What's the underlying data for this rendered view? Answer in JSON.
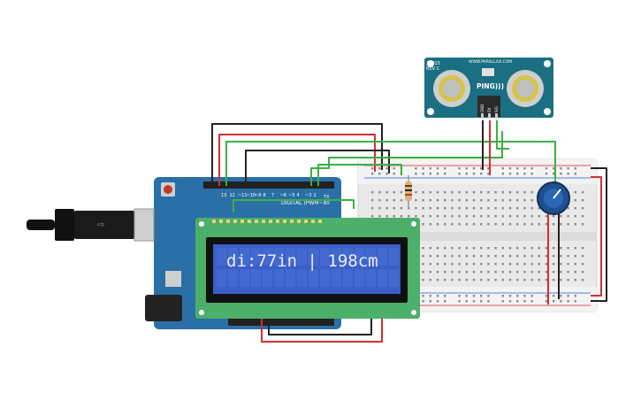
{
  "lcd": {
    "text": "di:77in | 198cm"
  },
  "sensor": {
    "model": "28015",
    "rev": "REV C",
    "url": "WWW.PARALLAX.COM",
    "name": "PING)))",
    "pins": [
      "GND",
      "5V",
      "SIG"
    ]
  },
  "arduino": {
    "digital_label": "DIGITAL (PWM~)",
    "tx_label": "TX",
    "rx_label": "RX",
    "pin_labels": [
      "13",
      "12",
      "~11",
      "~10",
      "~9",
      "8",
      "7",
      "~6",
      "~5",
      "4",
      "~3",
      "2"
    ]
  },
  "colors": {
    "wire_red": "#d32f2f",
    "wire_black": "#222222",
    "wire_green": "#3cb043",
    "arduino_blue": "#2a6fa6",
    "lcd_green": "#4caf6a",
    "lcd_screen": "#3a5fc8",
    "sensor_teal": "#1a6f82",
    "pot_blue": "#1f4f8f"
  }
}
